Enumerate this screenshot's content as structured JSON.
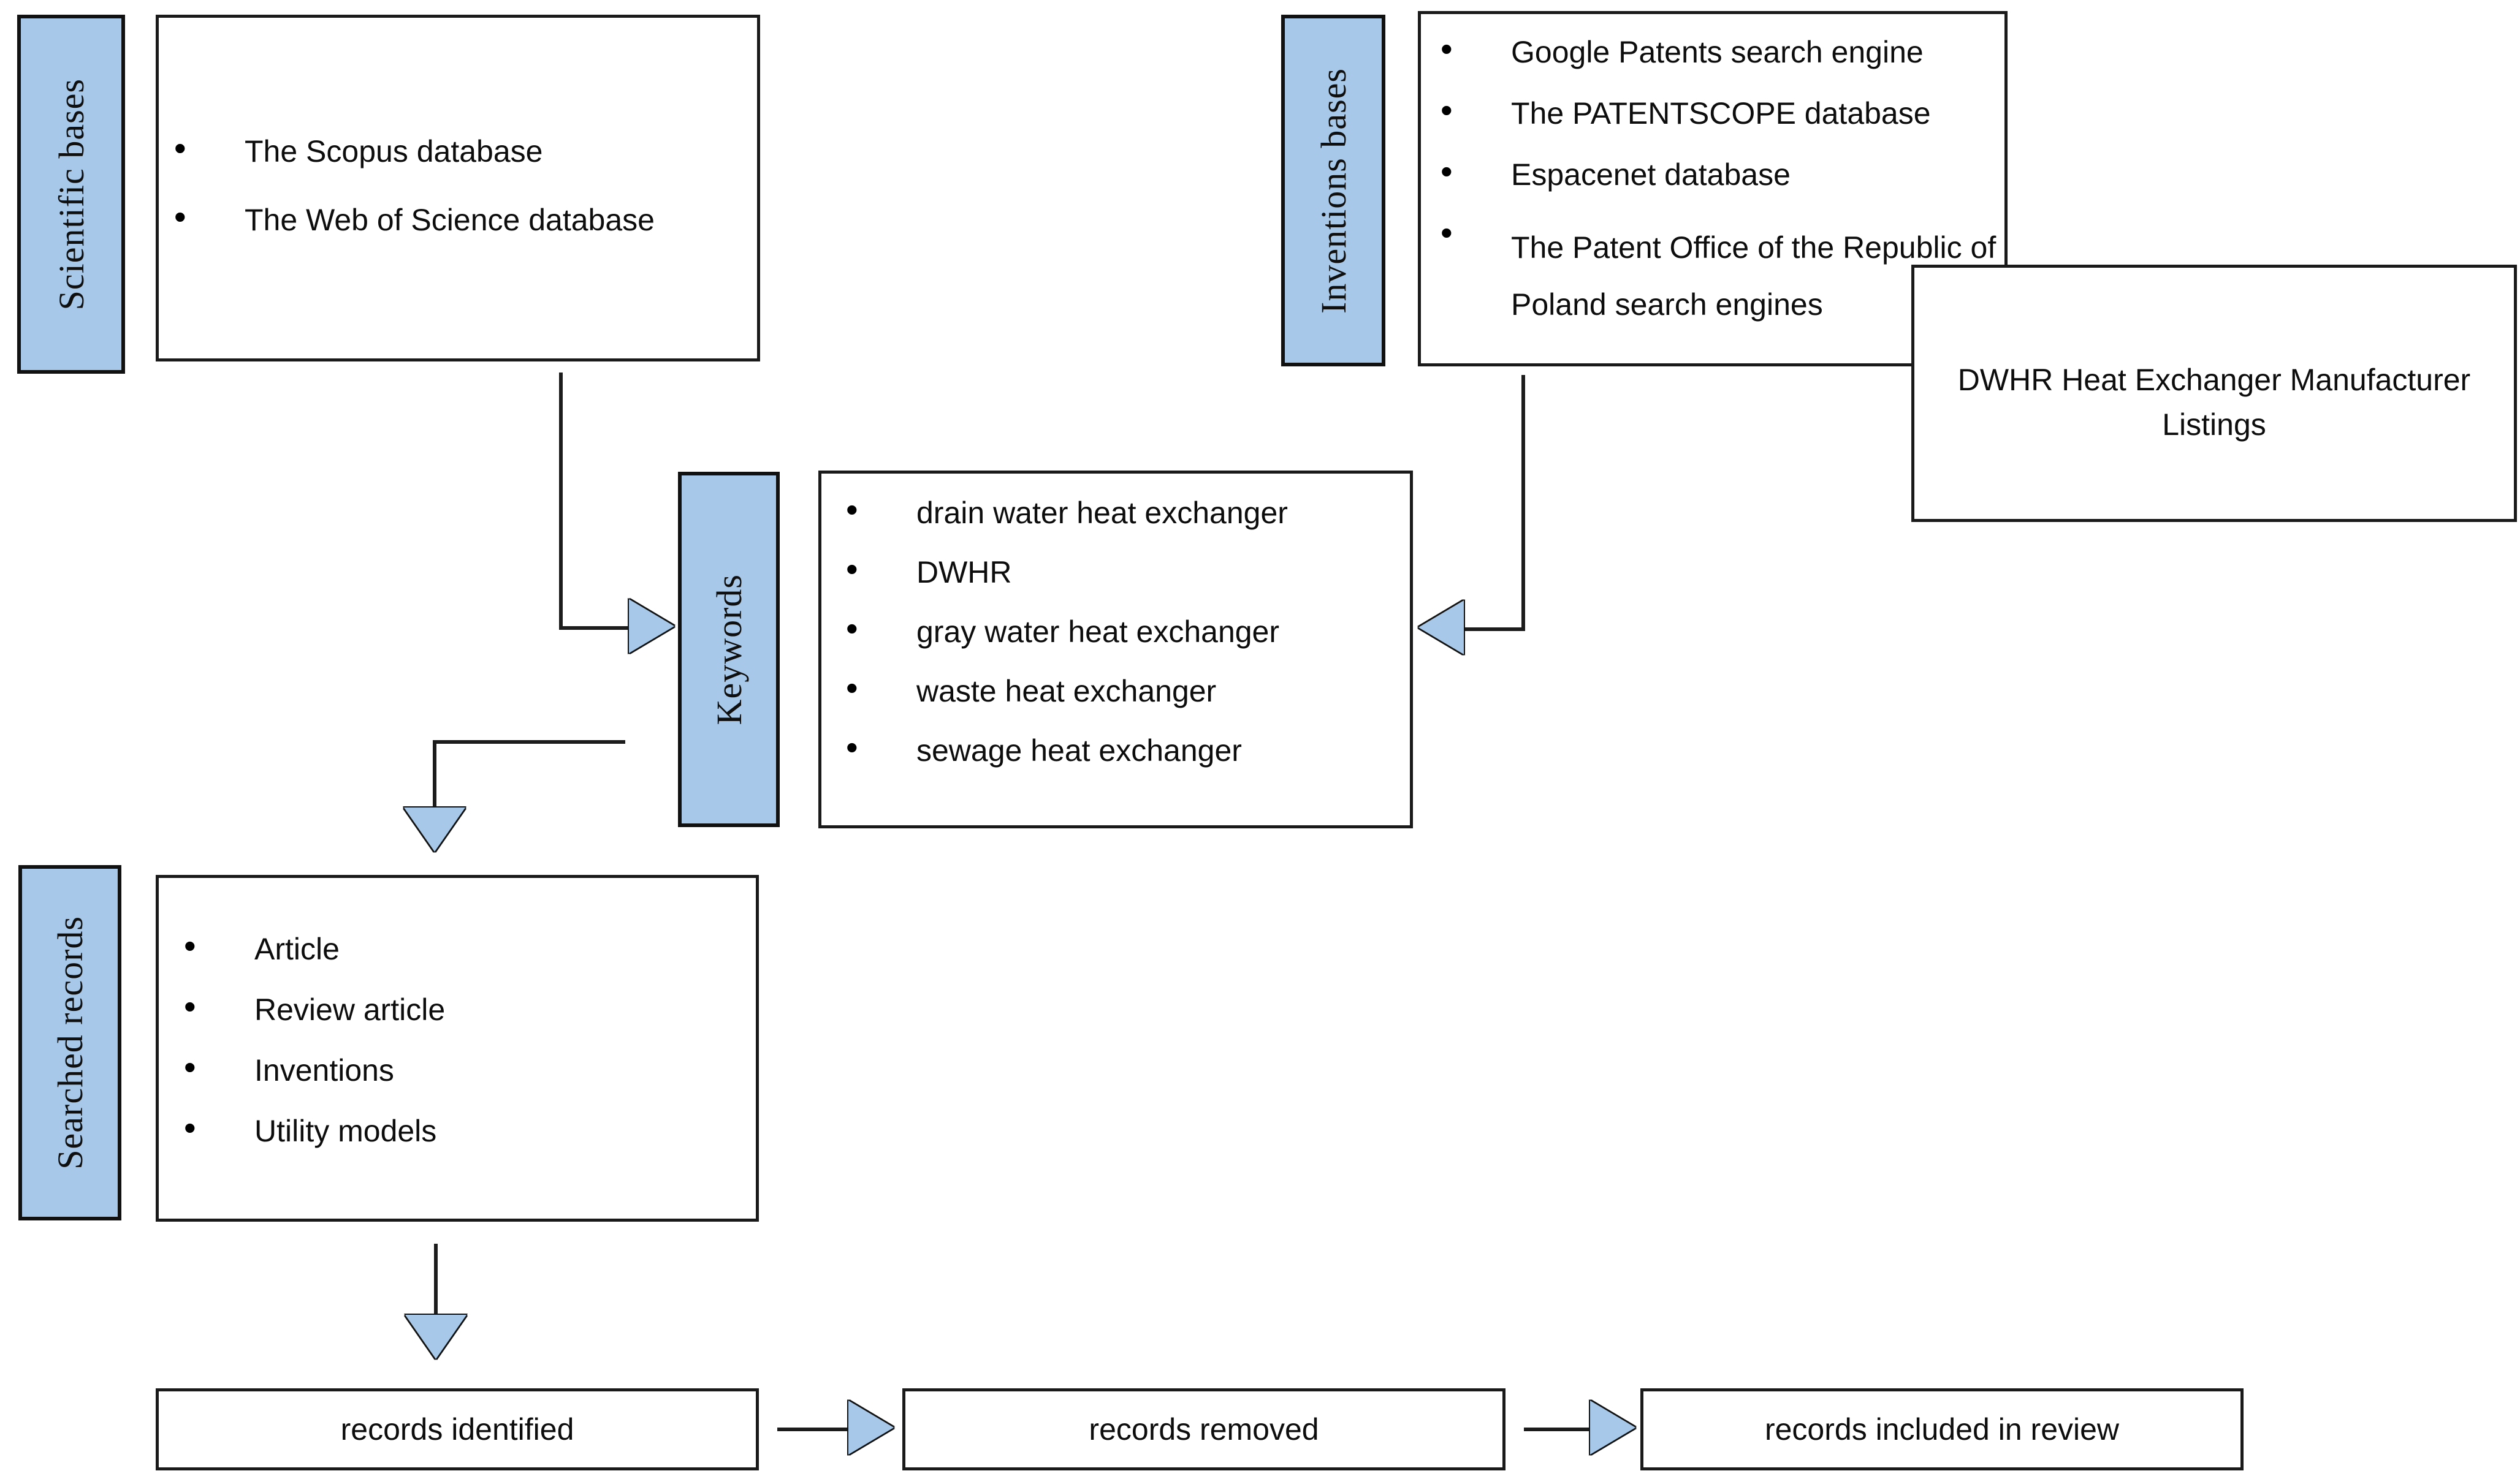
{
  "diagram": {
    "title": "Literature and patent search flow diagram",
    "accent_blue": "#a7c8e8",
    "stroke_black": "#1a1a1a",
    "background": "#ffffff"
  },
  "stages": {
    "scientific_bases": {
      "label": "Scientific bases",
      "items": [
        "The Scopus database",
        "The Web of Science database"
      ]
    },
    "inventions_bases": {
      "label": "Inventions bases",
      "items": [
        "Google Patents search engine",
        "The PATENTSCOPE database",
        "Espacenet database",
        "The Patent Office of the Republic of Poland search engines"
      ]
    },
    "manufacturer_listings": {
      "text": "DWHR Heat Exchanger Manufacturer Listings"
    },
    "keywords": {
      "label": "Keywords",
      "items": [
        "drain water heat exchanger",
        "DWHR",
        "gray water heat exchanger",
        "waste heat exchanger",
        "sewage heat exchanger"
      ]
    },
    "searched_records": {
      "label": "Searched records",
      "items": [
        "Article",
        "Review article",
        "Inventions",
        "Utility models"
      ]
    }
  },
  "outcomes": [
    {
      "label": "records identified"
    },
    {
      "label": "records removed"
    },
    {
      "label": "records included in review"
    }
  ],
  "connectors": [
    {
      "name": "scientific-bases-to-keywords",
      "from": "scientific_bases",
      "to": "keywords",
      "head": "right"
    },
    {
      "name": "inventions-bases-to-keywords",
      "from": "inventions_bases",
      "to": "keywords",
      "head": "left"
    },
    {
      "name": "keywords-to-searched-records",
      "from": "keywords",
      "to": "searched_records",
      "head": "down"
    },
    {
      "name": "searched-records-to-records-identified",
      "from": "searched_records",
      "to": "records identified",
      "head": "down"
    },
    {
      "name": "records-identified-to-records-removed",
      "from": "records identified",
      "to": "records removed",
      "head": "right"
    },
    {
      "name": "records-removed-to-records-included",
      "from": "records removed",
      "to": "records included in review",
      "head": "right"
    }
  ]
}
